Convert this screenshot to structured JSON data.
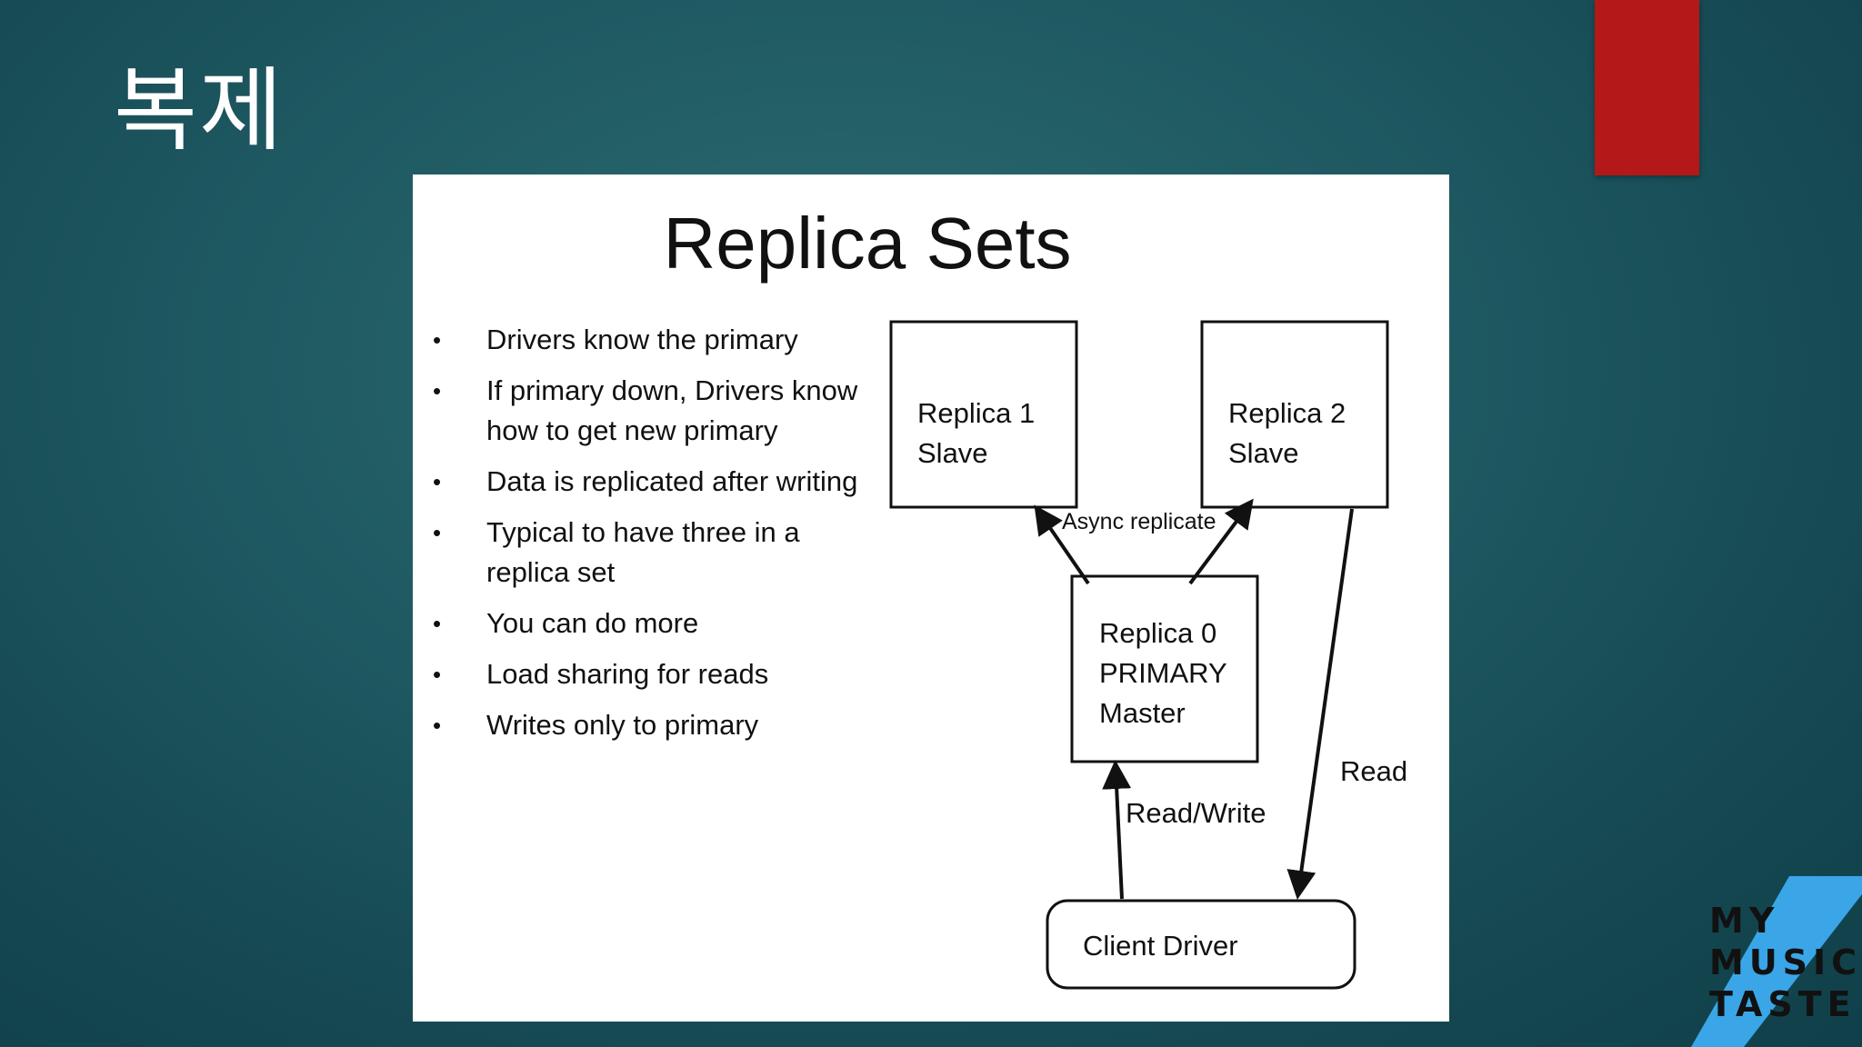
{
  "slide": {
    "title": "복제"
  },
  "panel": {
    "title": "Replica Sets",
    "bullets": [
      "Drivers know the primary",
      "If primary down, Drivers know how to get new primary",
      "Data is replicated after writing",
      "Typical to have three in a replica set",
      "You can do more",
      "Load sharing for reads",
      "Writes only to primary"
    ],
    "bullet_marker": "•"
  },
  "diagram": {
    "nodes": {
      "replica1": [
        "Replica 1",
        "Slave"
      ],
      "replica2": [
        "Replica 2",
        "Slave"
      ],
      "replica0": [
        "Replica 0",
        "PRIMARY",
        "Master"
      ],
      "client": "Client Driver"
    },
    "edges": {
      "async": "Async replicate",
      "read_write": "Read/Write",
      "read": "Read"
    }
  },
  "logo": {
    "lines": [
      "MY",
      "MUSIC",
      "TASTE"
    ],
    "accent_color": "#3aa6e8"
  },
  "colors": {
    "accent_red": "#b51818",
    "background": "#1f5a63"
  }
}
